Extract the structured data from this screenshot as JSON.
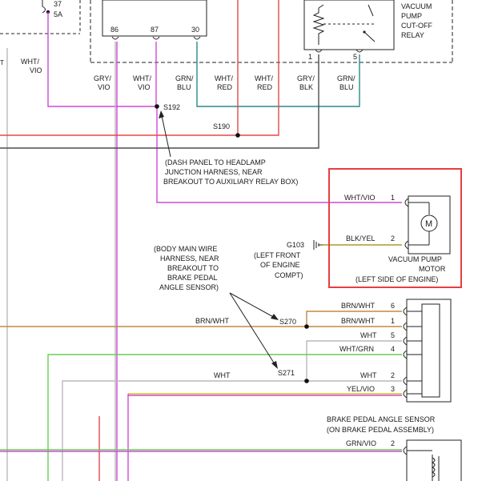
{
  "fuse": {
    "num": "37",
    "rating": "5A"
  },
  "relay": {
    "name": [
      "VACUUM",
      "PUMP",
      "CUT-OFF",
      "RELAY"
    ],
    "pins": {
      "p86": "86",
      "p87": "87",
      "p30": "30",
      "p1": "1",
      "p5": "5"
    }
  },
  "wires": {
    "left_wv": [
      "WHT/",
      "VIO"
    ],
    "gv": [
      "GRY/",
      "VIO"
    ],
    "wv": [
      "WHT/",
      "VIO"
    ],
    "gb": [
      "GRN/",
      "BLU"
    ],
    "wr1": [
      "WHT/",
      "RED"
    ],
    "wr2": [
      "WHT/",
      "RED"
    ],
    "gbk": [
      "GRY/",
      "BLK"
    ],
    "gb2": [
      "GRN/",
      "BLU"
    ]
  },
  "splices": {
    "s192": "S192",
    "s190": "S190",
    "s270": "S270",
    "s271": "S271",
    "g103": "G103"
  },
  "notes": {
    "dash": [
      "(DASH PANEL TO HEADLAMP",
      "JUNCTION HARNESS, NEAR",
      "BREAKOUT TO AUXILIARY RELAY BOX)"
    ],
    "body": [
      "(BODY MAIN WIRE",
      "HARNESS, NEAR",
      "BREAKOUT TO",
      "BRAKE PEDAL",
      "ANGLE SENSOR)"
    ],
    "g103": [
      "(LEFT FRONT",
      "OF ENGINE",
      "COMPT)"
    ]
  },
  "motor": {
    "w1": "WHT/VIO",
    "p1": "1",
    "w2": "BLK/YEL",
    "p2": "2",
    "symbol": "M",
    "name": [
      "VACUUM PUMP",
      "MOTOR",
      "(LEFT SIDE OF ENGINE)"
    ]
  },
  "sensor": {
    "rows": [
      {
        "wire": "BRN/WHT",
        "pin": "6"
      },
      {
        "wire": "BRN/WHT",
        "pin": "1"
      },
      {
        "wire": "WHT",
        "pin": "5"
      },
      {
        "wire": "WHT/GRN",
        "pin": "4"
      },
      {
        "wire": "WHT",
        "pin": "2"
      },
      {
        "wire": "YEL/VIO",
        "pin": "3"
      }
    ],
    "name": [
      "BRAKE PEDAL ANGLE SENSOR",
      "(ON BRAKE PEDAL ASSEMBLY)"
    ]
  },
  "left_labels": {
    "brnwht": "BRN/WHT",
    "wht": "WHT"
  },
  "bottom": {
    "wire": "GRN/VIO",
    "pin": "2"
  },
  "colors": {
    "violet": "#d048d8",
    "red": "#e24a4a",
    "gray": "#4d4d4d",
    "grayLight": "#b8b8b8",
    "teal": "#2c8a8a",
    "brown": "#c08a44",
    "green": "#69cc55",
    "yellow": "#d9c31c",
    "darkyellow": "#a59d22",
    "highlight": "#e53f3f"
  }
}
